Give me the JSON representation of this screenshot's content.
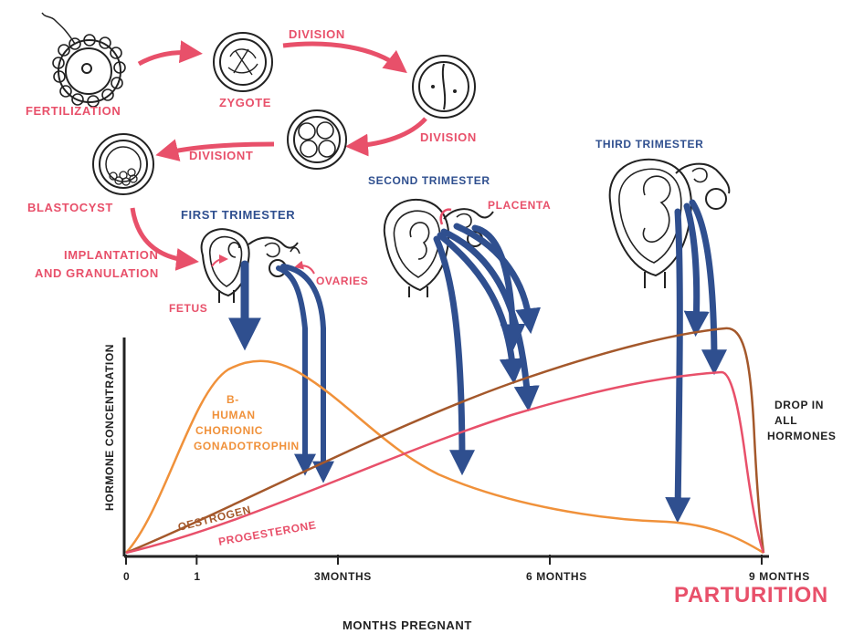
{
  "labels": {
    "fertilization": "FERTILIZATION",
    "zygote": "ZYGOTE",
    "division_top": "DIVISION",
    "division_right": "DIVISION",
    "division_left": "DIVISIONT",
    "blastocyst": "BLASTOCYST",
    "implantation_1": "IMPLANTATION",
    "implantation_2": "AND GRANULATION",
    "fetus": "FETUS",
    "ovaries": "OVARIES",
    "placenta": "PLACENTA",
    "first_trimester": "FIRST TRIMESTER",
    "second_trimester": "SECOND TRIMESTER",
    "third_trimester": "THIRD TRIMESTER"
  },
  "chart": {
    "ylabel": "HORMONE CONCENTRATION",
    "xlabel": "MONTHS PREGNANT",
    "hcg_label": [
      "B-",
      "HUMAN",
      "CHORIONIC",
      "GONADOTROPHIN"
    ],
    "estrogen_label": "OESTROGEN",
    "progesterone_label": "PROGESTERONE",
    "drop_label": [
      "DROP IN",
      "ALL",
      "HORMONES"
    ],
    "parturition": "PARTURITION",
    "ticks": [
      {
        "label": "0",
        "month": 0
      },
      {
        "label": "1",
        "month": 1
      },
      {
        "label": "3MONTHS",
        "month": 3
      },
      {
        "label": "6 MONTHS",
        "month": 6
      },
      {
        "label": "9 MONTHS",
        "month": 9
      }
    ]
  },
  "colors": {
    "red": "#e8506a",
    "blue": "#2f4f8f",
    "hcg": "#f0913a",
    "estrogen": "#a4582b",
    "progesterone": "#e8506a",
    "ink": "#222222"
  }
}
